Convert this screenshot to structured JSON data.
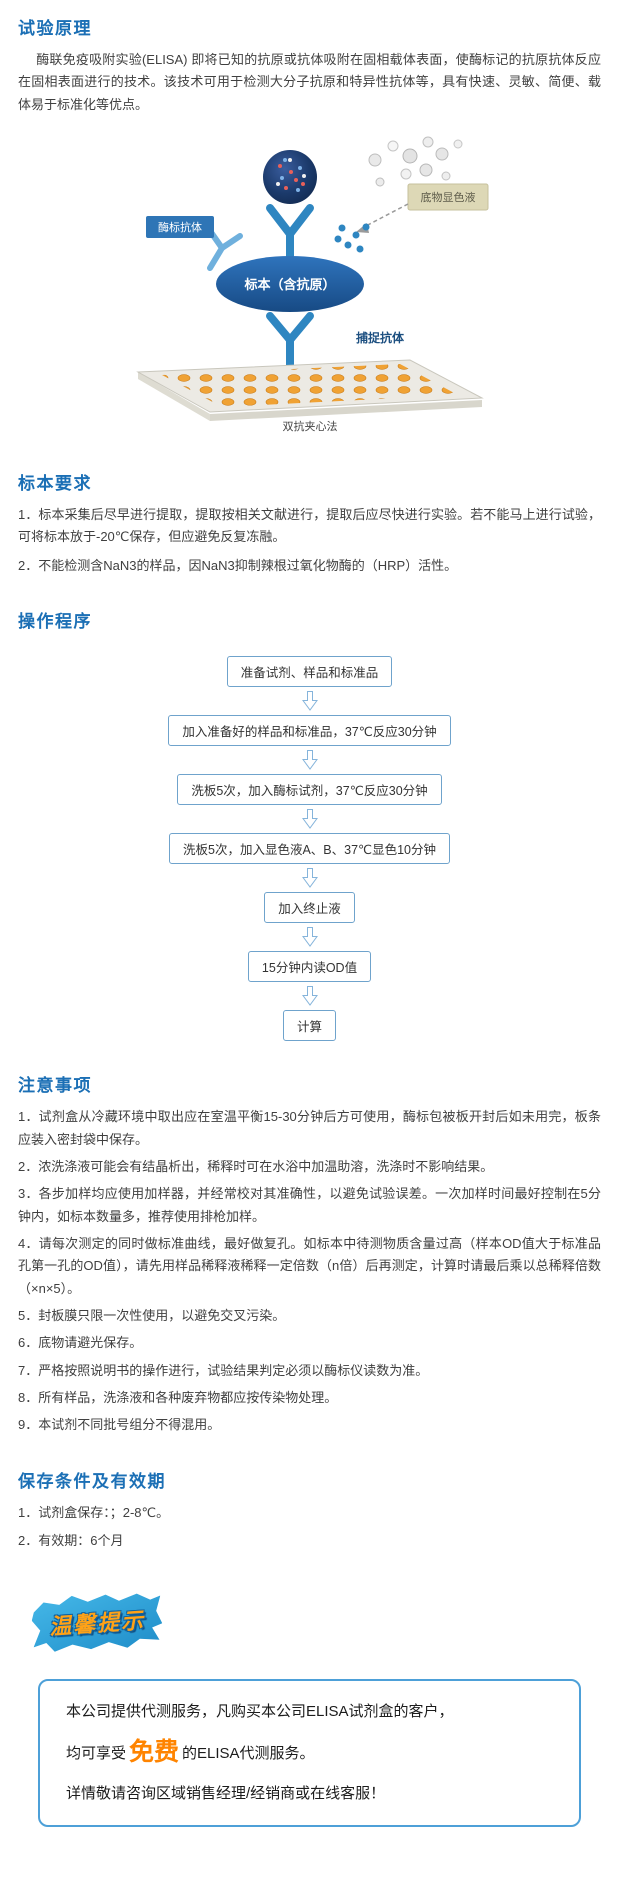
{
  "colors": {
    "heading_blue": "#1b6fb5",
    "antibody_blue": "#2e86c1",
    "flow_border_blue": "#6fa3cc",
    "accent_orange": "#ff8400",
    "well_orange": "#f0a234",
    "badge_blue": "#2d9fd8"
  },
  "principle": {
    "heading": "试验原理",
    "body": "酶联免疫吸附实验(ELISA) 即将已知的抗原或抗体吸附在固相载体表面，使酶标记的抗原抗体反应在固相表面进行的技术。该技术可用于检测大分子抗原和特异性抗体等，具有快速、灵敏、简便、载体易于标准化等优点。"
  },
  "illustration": {
    "substrate_label": "底物显色液",
    "enzyme_antibody_label": "酶标抗体",
    "specimen_label": "标本（含抗原）",
    "capture_antibody_label": "捕捉抗体",
    "caption": "双抗夹心法"
  },
  "specimen": {
    "heading": "标本要求",
    "items": [
      "1．标本采集后尽早进行提取，提取按相关文献进行，提取后应尽快进行实验。若不能马上进行试验，可将标本放于-20℃保存，但应避免反复冻融。",
      "2．不能检测含NaN3的样品，因NaN3抑制辣根过氧化物酶的（HRP）活性。"
    ]
  },
  "procedure": {
    "heading": "操作程序",
    "steps": [
      "准备试剂、样品和标准品",
      "加入准备好的样品和标准品，37℃反应30分钟",
      "洗板5次，加入酶标试剂，37℃反应30分钟",
      "洗板5次，加入显色液A、B、37℃显色10分钟",
      "加入终止液",
      "15分钟内读OD值",
      "计算"
    ]
  },
  "notes": {
    "heading": "注意事项",
    "items": [
      "1．试剂盒从冷藏环境中取出应在室温平衡15-30分钟后方可使用，酶标包被板开封后如未用完，板条应装入密封袋中保存。",
      "2．浓洗涤液可能会有结晶析出，稀释时可在水浴中加温助溶，洗涤时不影响结果。",
      "3．各步加样均应使用加样器，并经常校对其准确性，以避免试验误差。一次加样时间最好控制在5分钟内，如标本数量多，推荐使用排枪加样。",
      "4．请每次测定的同时做标准曲线，最好做复孔。如标本中待测物质含量过高（样本OD值大于标准品孔第一孔的OD值），请先用样品稀释液稀释一定倍数（n倍）后再测定，计算时请最后乘以总稀释倍数（×n×5）。",
      "5．封板膜只限一次性使用，以避免交叉污染。",
      "6．底物请避光保存。",
      "7．严格按照说明书的操作进行，试验结果判定必须以酶标仪读数为准。",
      "8．所有样品，洗涤液和各种废弃物都应按传染物处理。",
      "9．本试剂不同批号组分不得混用。"
    ]
  },
  "storage": {
    "heading": "保存条件及有效期",
    "items": [
      "1．试剂盒保存：；2-8℃。",
      "2．有效期：6个月"
    ]
  },
  "tip": {
    "badge": "温馨提示"
  },
  "service": {
    "line1": "本公司提供代测服务，凡购买本公司ELISA试剂盒的客户，",
    "line2_prefix": "均可享受",
    "line2_highlight": "免费",
    "line2_suffix": "的ELISA代测服务。",
    "line3": "详情敬请咨询区域销售经理/经销商或在线客服！"
  }
}
